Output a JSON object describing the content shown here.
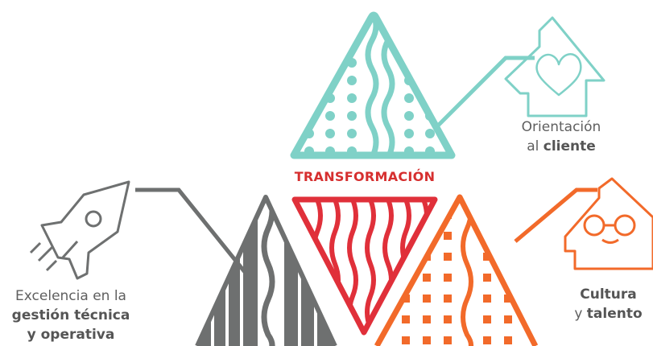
{
  "center_label": "TRANSFORMACIÓN",
  "labels": {
    "cliente": {
      "line1": "Orientación",
      "line2_normal": "al ",
      "line2_bold": "cliente"
    },
    "cultura": {
      "line1_bold": "Cultura",
      "line2_normal": "y ",
      "line2_bold": "talento"
    },
    "excelencia": {
      "line1": "Excelencia en la",
      "line2_bold": "gestión técnica",
      "line3_bold": "y operativa"
    }
  },
  "colors": {
    "teal": "#7fd1c7",
    "red": "#e0303a",
    "gray": "#6e7070",
    "orange": "#f26a2a",
    "text": "#5f5f5f",
    "transformation_text": "#d62f2f"
  },
  "icons": [
    "house-heart-icon",
    "house-glasses-icon",
    "rocket-icon"
  ]
}
